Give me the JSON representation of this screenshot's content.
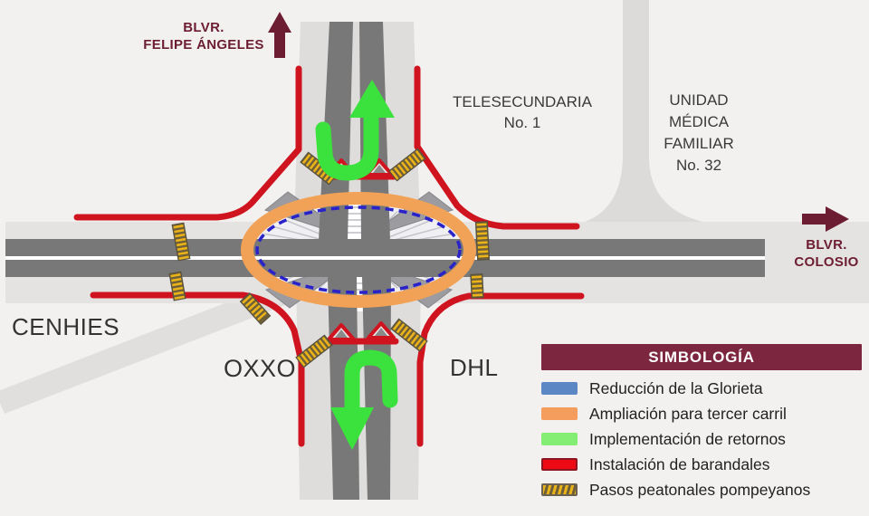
{
  "map": {
    "labels": {
      "blvr_felipe_line1": "BLVR.",
      "blvr_felipe_line2": "FELIPE ÁNGELES",
      "blvr_colosio_line1": "BLVR.",
      "blvr_colosio_line2": "COLOSIO",
      "telesecundaria_line1": "TELESECUNDARIA",
      "telesecundaria_line2": "No. 1",
      "unidad_line1": "UNIDAD",
      "unidad_line2": "MÉDICA",
      "unidad_line3": "FAMILIAR",
      "unidad_line4": "No. 32",
      "cenhies": "CENHIES",
      "oxxo": "OXXO",
      "dhl": "DHL"
    }
  },
  "legend": {
    "title": "SIMBOLOGÍA",
    "items": [
      {
        "label": "Reducción de la Glorieta",
        "color": "#5b87c4",
        "style": "solid"
      },
      {
        "label": "Ampliación para tercer carril",
        "color": "#f59d5c",
        "style": "solid"
      },
      {
        "label": "Implementación de retornos",
        "color": "#84ee74",
        "style": "solid"
      },
      {
        "label": "Instalación de barandales",
        "color": "#ee0a15",
        "style": "solid",
        "border": "#8d1421"
      },
      {
        "label": "Pasos peatonales pompeyanos",
        "color": "#eab31a",
        "style": "striped",
        "alt_color": "#6e5f38",
        "border": "#6b6152"
      }
    ]
  },
  "colors": {
    "maroon_accent": "#6d1d32",
    "legend_header_bg": "#7c2640",
    "barrier_red": "#cf1420",
    "uturn_green": "#3be13c",
    "ring_orange": "#f2a257",
    "reduction_blue": "#2a22c8",
    "crossing_yellow": "#eab31a",
    "road_dark": "#787878",
    "road_light": "#e4e3e1"
  }
}
